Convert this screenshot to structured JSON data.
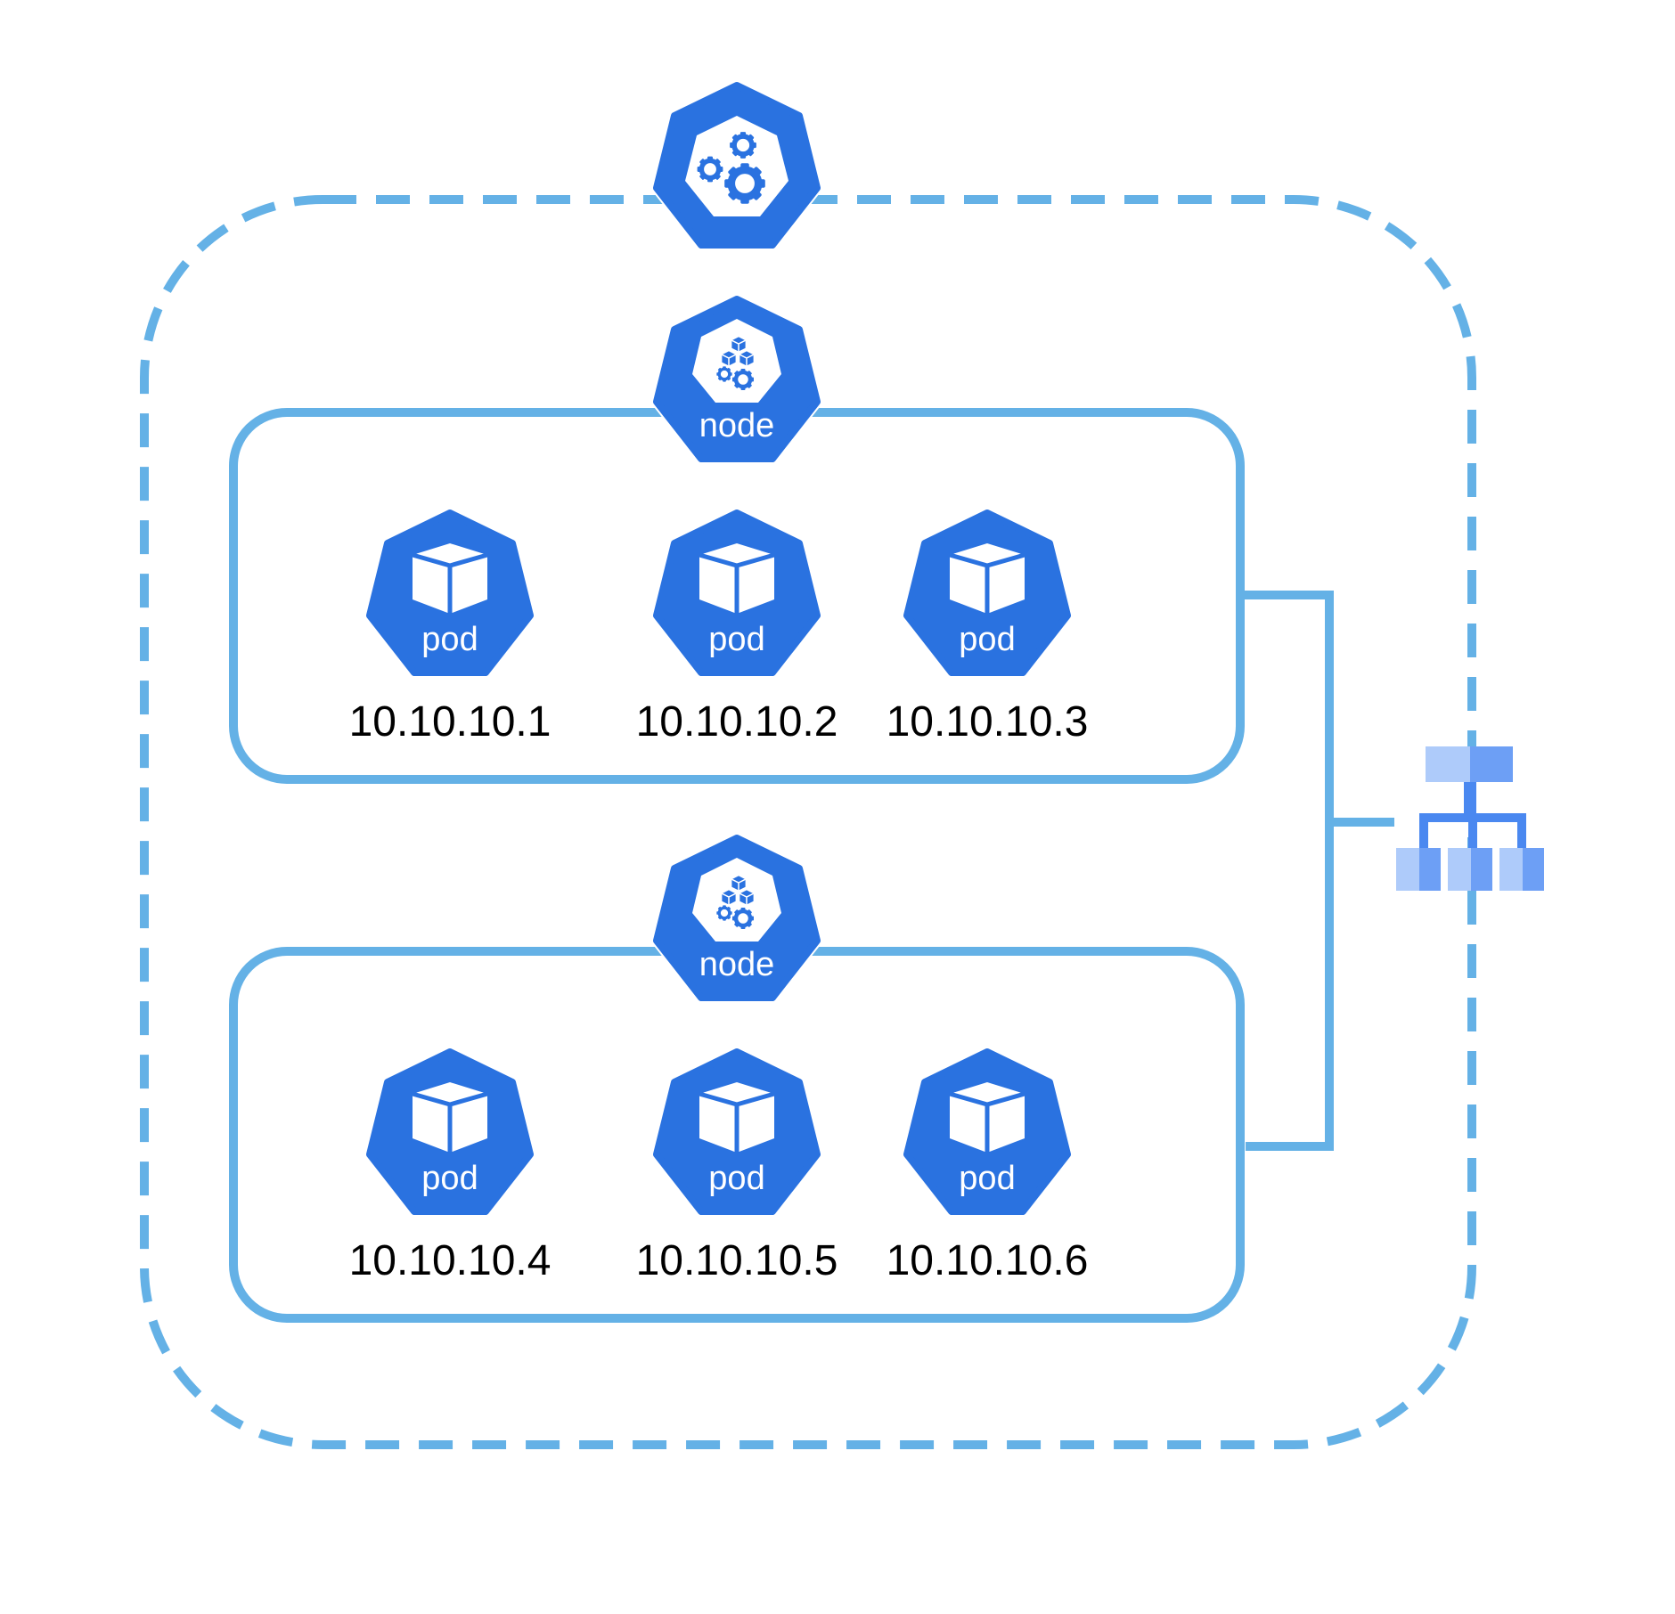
{
  "colors": {
    "k8s_blue": "#2a72e0",
    "outline_blue": "#64b1e6",
    "lb_light": "#aecbfa",
    "lb_mid": "#6d9ff5",
    "lb_dark": "#4a88f0",
    "ip_text": "#000000",
    "icon_text": "#ffffff"
  },
  "cluster": {
    "control_plane_icon": "control-plane-gears-icon",
    "border_style": "dashed"
  },
  "load_balancer": {
    "icon": "load-balancer-icon"
  },
  "nodes": [
    {
      "label": "node",
      "icon": "node-icon",
      "pods": [
        {
          "label": "pod",
          "ip": "10.10.10.1"
        },
        {
          "label": "pod",
          "ip": "10.10.10.2"
        },
        {
          "label": "pod",
          "ip": "10.10.10.3"
        }
      ]
    },
    {
      "label": "node",
      "icon": "node-icon",
      "pods": [
        {
          "label": "pod",
          "ip": "10.10.10.4"
        },
        {
          "label": "pod",
          "ip": "10.10.10.5"
        },
        {
          "label": "pod",
          "ip": "10.10.10.6"
        }
      ]
    }
  ]
}
